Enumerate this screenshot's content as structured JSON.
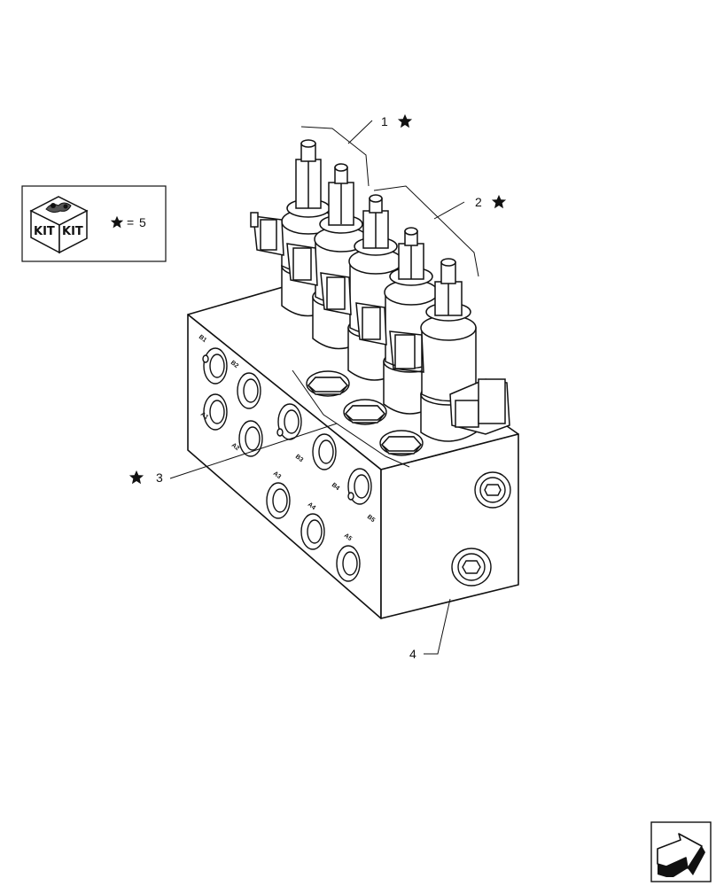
{
  "legend_box": {
    "kit_label_left": "KIT",
    "kit_label_right": "KIT",
    "star_equals": "=",
    "kit_number": "5",
    "star_icon": "black-star"
  },
  "callouts": [
    {
      "number": "1",
      "has_star": true
    },
    {
      "number": "2",
      "has_star": true
    },
    {
      "number": "3",
      "has_star": true
    },
    {
      "number": "4",
      "has_star": false
    }
  ],
  "ports": {
    "top_row": [
      "B1",
      "B2",
      "B3",
      "B4",
      "B5"
    ],
    "bottom_row": [
      "A1",
      "A2",
      "A3",
      "A4",
      "A5"
    ]
  },
  "nav_icon": "next-page-arrow-icon"
}
